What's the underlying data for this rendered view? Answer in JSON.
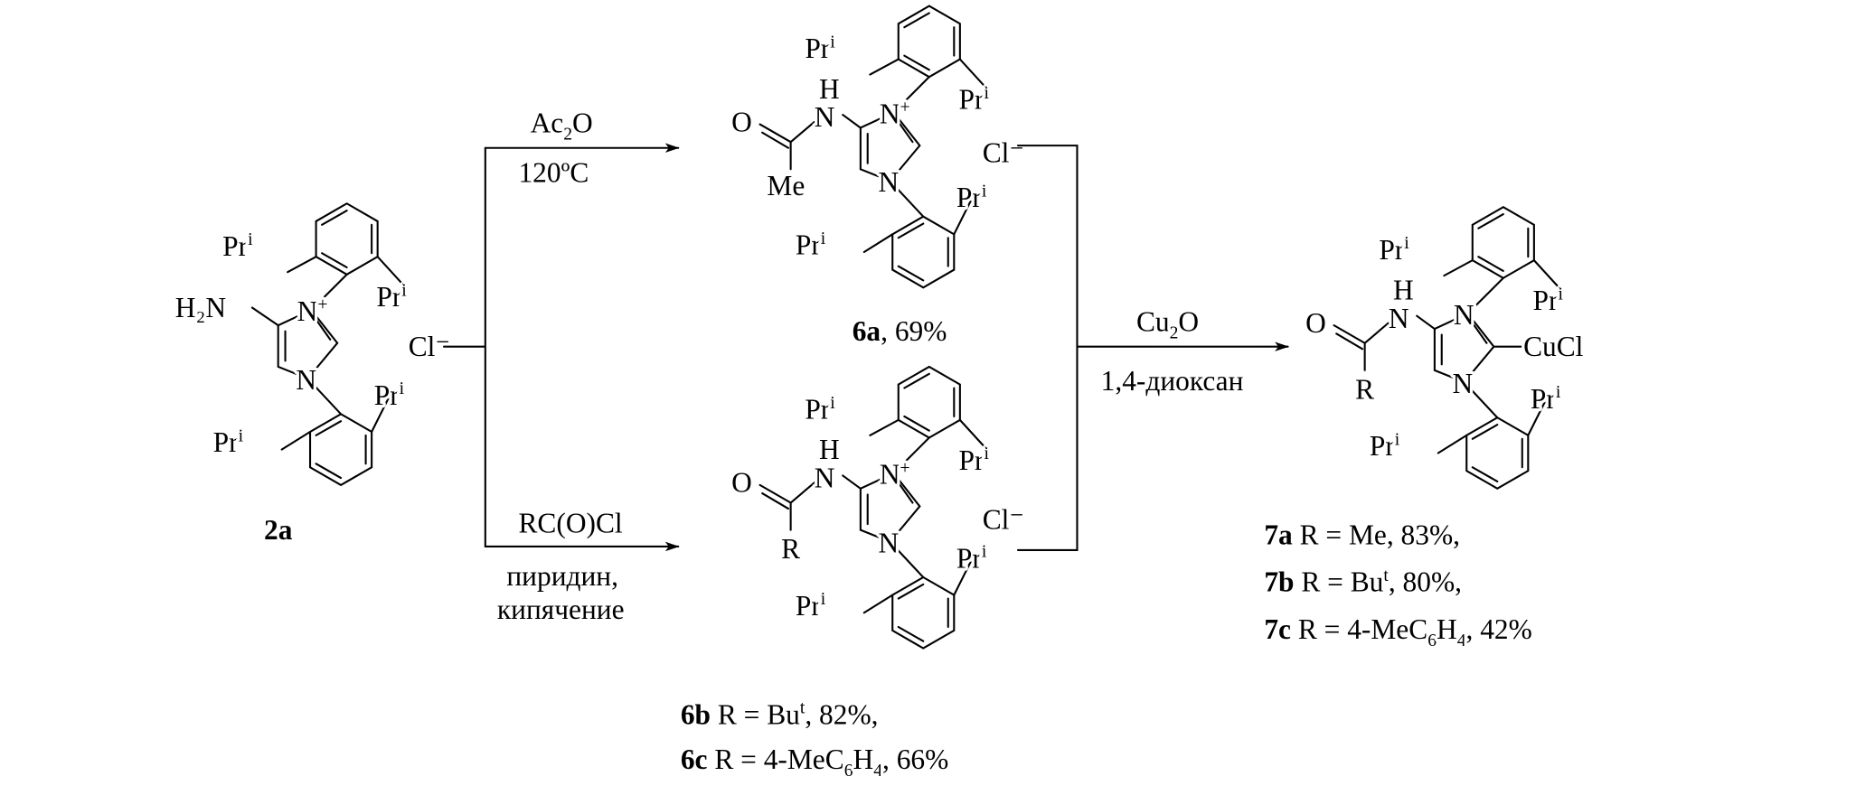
{
  "labels": {
    "pr": "Pr",
    "pr_sup": "i",
    "n": "N",
    "plus": "+",
    "h": "H",
    "o": "O",
    "me": "Me",
    "r": "R",
    "h2n": "H₂N",
    "cl_minus": "Cl⁻",
    "cucl": "CuCl"
  },
  "compounds": {
    "c2a": "2a",
    "c6a": "6a",
    "c6a_yield": ", 69%",
    "c6b": "6b",
    "c6b_text": " R = Bu",
    "c6b_sup": "t",
    "c6b_yield": ", 82%,",
    "c6c": "6c",
    "c6c_text": " R = 4-MeC",
    "c6c_sub1": "6",
    "c6c_h": "H",
    "c6c_sub2": "4",
    "c6c_yield": ", 66%",
    "c7a": "7a",
    "c7a_text": "  R = Me, 83%,",
    "c7b": "7b",
    "c7b_text": "  R = Bu",
    "c7b_sup": "t",
    "c7b_yield": ", 80%,",
    "c7c": "7c",
    "c7c_text": "  R = 4-MeC",
    "c7c_sub1": "6",
    "c7c_h": "H",
    "c7c_sub2": "4",
    "c7c_yield": ", 42%"
  },
  "conditions": {
    "top_reagent": "Ac",
    "top_reagent_sub": "2",
    "top_reagent_o": "O",
    "top_temp": "120ºC",
    "bottom_reagent": "RC(O)Cl",
    "bottom_solvent": "пиридин,",
    "bottom_cond": "кипячение",
    "right_reagent": "Cu",
    "right_reagent_sub": "2",
    "right_reagent_o": "O",
    "right_solvent": "1,4-диоксан"
  }
}
